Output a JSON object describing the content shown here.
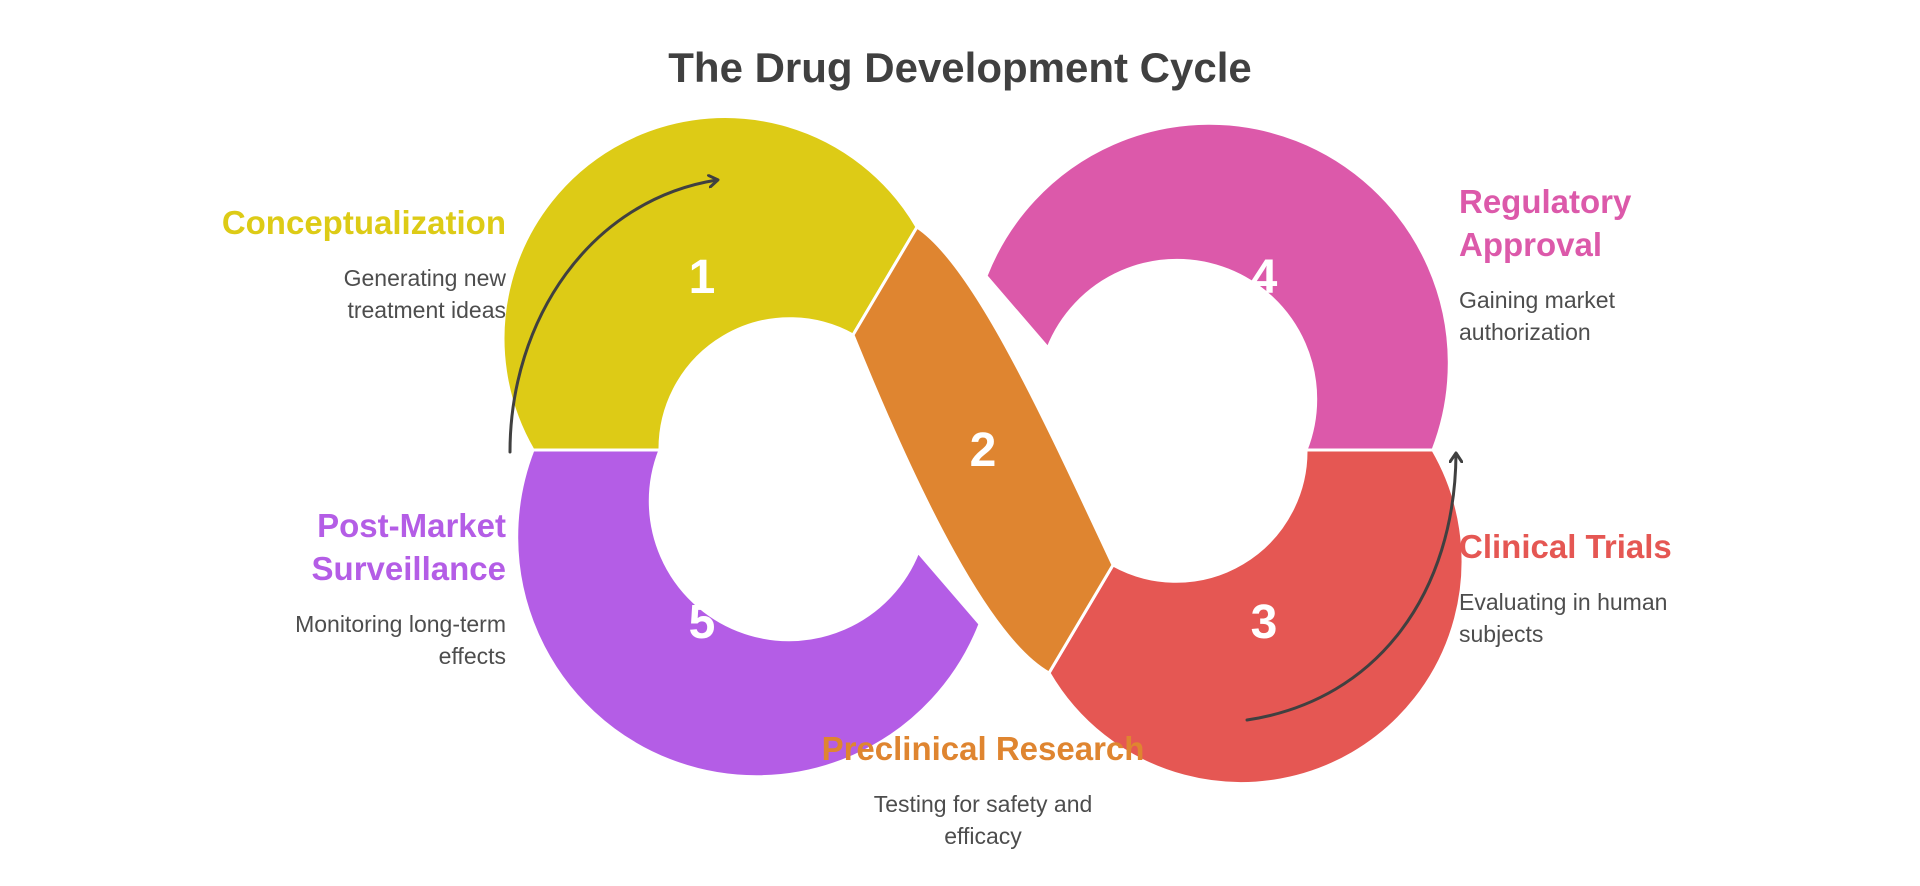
{
  "title": "The Drug Development Cycle",
  "colors": {
    "conceptualization": "#DDCB16",
    "preclinical": "#DF8530",
    "clinical": "#E55753",
    "regulatory": "#DC59AA",
    "surveillance": "#B45DE6",
    "arrow": "#404040",
    "text": "#4d4d4d"
  },
  "stages": [
    {
      "number": "1",
      "title_lines": [
        "Conceptualization"
      ],
      "desc_lines": [
        "Generating new",
        "treatment ideas"
      ]
    },
    {
      "number": "2",
      "title_lines": [
        "Preclinical Research"
      ],
      "desc_lines": [
        "Testing for safety and",
        "efficacy"
      ]
    },
    {
      "number": "3",
      "title_lines": [
        "Clinical Trials"
      ],
      "desc_lines": [
        "Evaluating in human",
        "subjects"
      ]
    },
    {
      "number": "4",
      "title_lines": [
        "Regulatory",
        "Approval"
      ],
      "desc_lines": [
        "Gaining market",
        "authorization"
      ]
    },
    {
      "number": "5",
      "title_lines": [
        "Post-Market",
        "Surveillance"
      ],
      "desc_lines": [
        "Monitoring long-term",
        "effects"
      ]
    }
  ]
}
